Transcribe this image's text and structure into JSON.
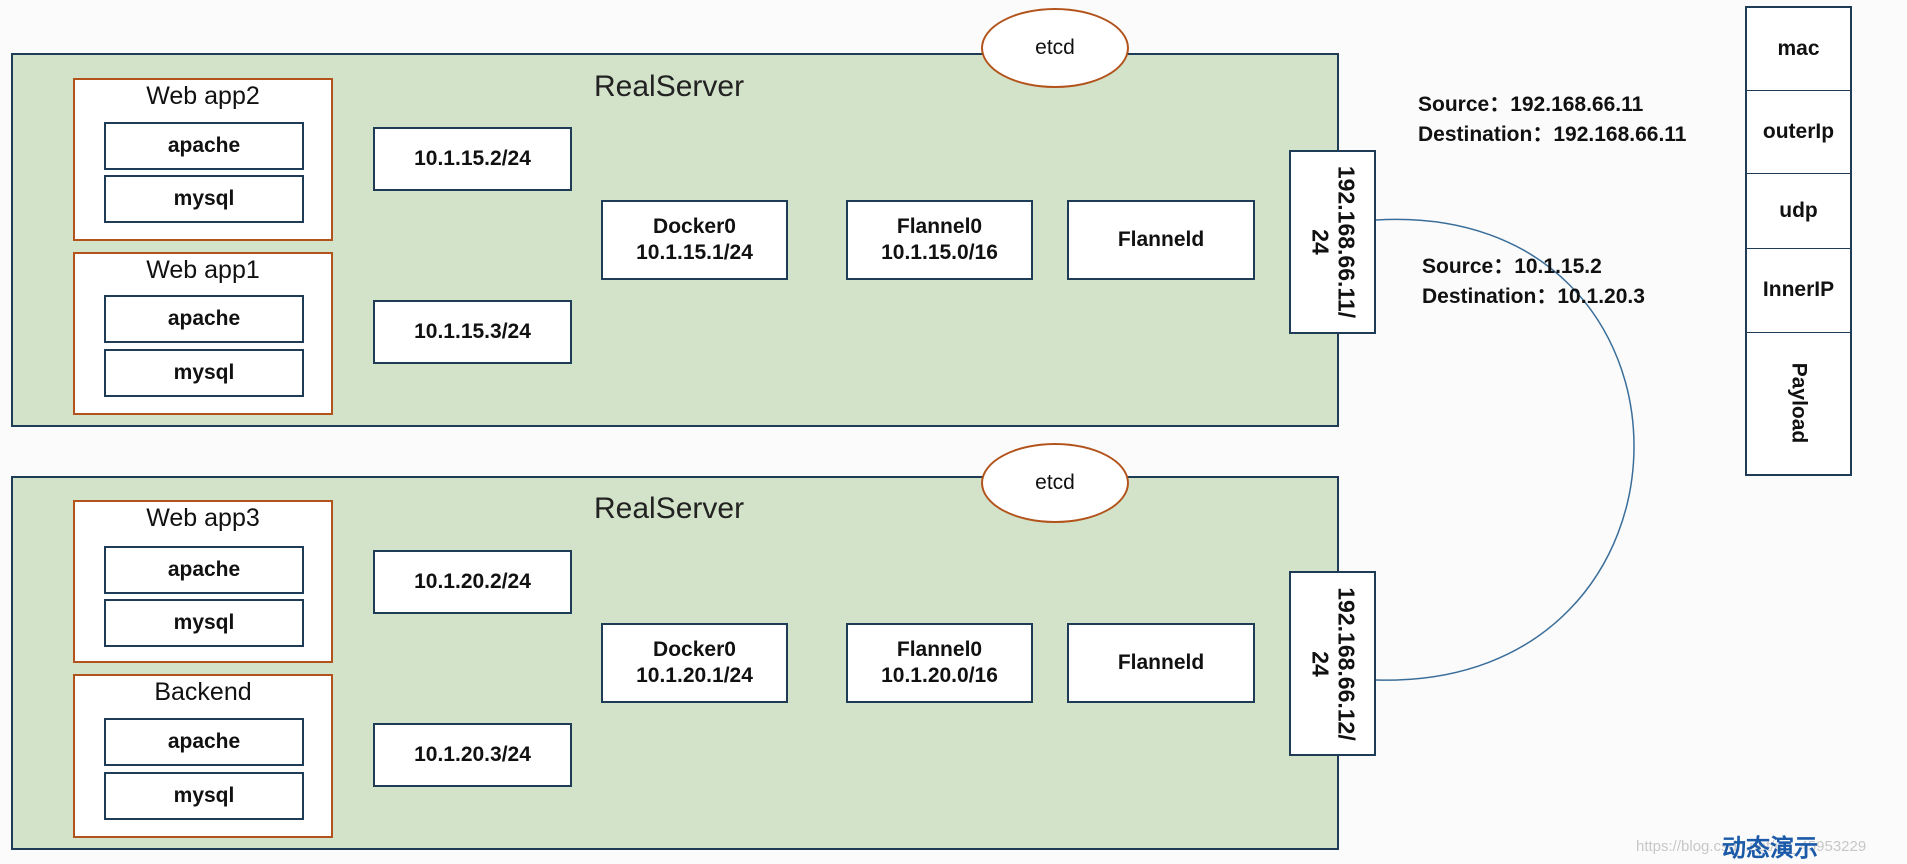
{
  "servers": [
    {
      "title": "RealServer",
      "apps": [
        {
          "title": "Web app2",
          "services": [
            "apache",
            "mysql"
          ]
        },
        {
          "title": "Web app1",
          "services": [
            "apache",
            "mysql"
          ]
        }
      ],
      "veths": [
        "10.1.15.2/24",
        "10.1.15.3/24"
      ],
      "docker0": {
        "name": "Docker0",
        "ip": "10.1.15.1/24"
      },
      "flannel0": {
        "name": "Flannel0",
        "ip": "10.1.15.0/16"
      },
      "flanneld": "Flanneld",
      "etcd": "etcd",
      "nic": {
        "line1": "192.168.66.11/",
        "line2": "24"
      }
    },
    {
      "title": "RealServer",
      "apps": [
        {
          "title": "Web app3",
          "services": [
            "apache",
            "mysql"
          ]
        },
        {
          "title": "Backend",
          "services": [
            "apache",
            "mysql"
          ]
        }
      ],
      "veths": [
        "10.1.20.2/24",
        "10.1.20.3/24"
      ],
      "docker0": {
        "name": "Docker0",
        "ip": "10.1.20.1/24"
      },
      "flannel0": {
        "name": "Flannel0",
        "ip": "10.1.20.0/16"
      },
      "flanneld": "Flanneld",
      "etcd": "etcd",
      "nic": {
        "line1": "192.168.66.12/",
        "line2": "24"
      }
    }
  ],
  "outer_packet": {
    "source": "Source：192.168.66.11",
    "destination": "Destination：192.168.66.11"
  },
  "inner_packet": {
    "source": "Source：10.1.15.2",
    "destination": "Destination：10.1.20.3"
  },
  "packet_stack": [
    "mac",
    "outerIp",
    "udp",
    "InnerIP",
    "Payload"
  ],
  "footer": {
    "brand": "动态演示",
    "watermark": "https://blog.csdn.net/u0_45953229"
  },
  "colors": {
    "server_bg": "#d3e3c9",
    "border_navy": "#1e3c56",
    "app_border": "#b3531c",
    "link_line": "#3a6e9a"
  }
}
